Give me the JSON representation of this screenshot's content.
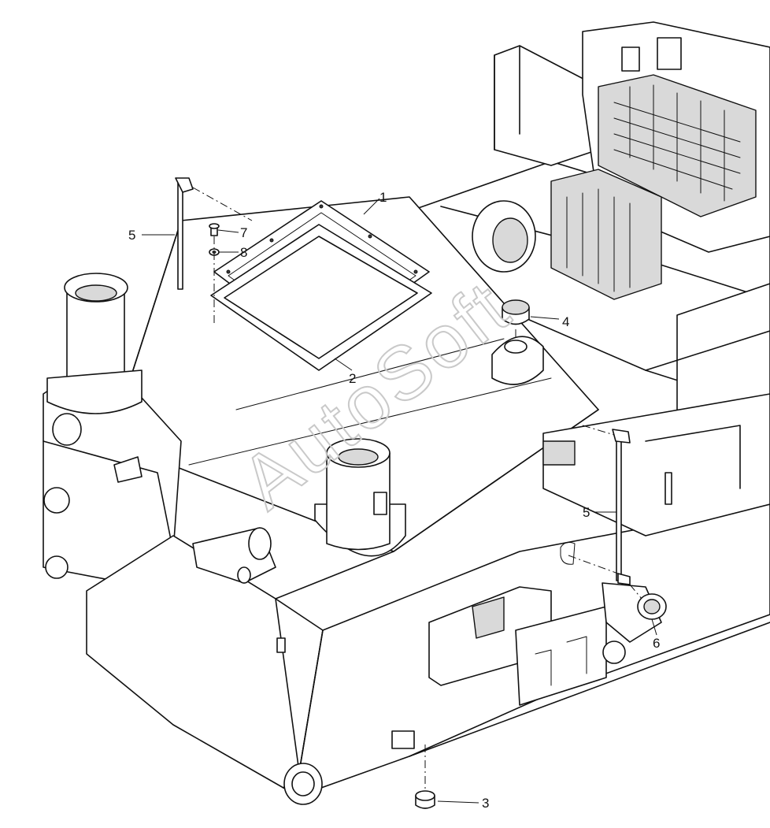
{
  "watermark": "AutoSoft",
  "callouts": [
    {
      "id": "1",
      "label": "1"
    },
    {
      "id": "2",
      "label": "2"
    },
    {
      "id": "3",
      "label": "3"
    },
    {
      "id": "4",
      "label": "4"
    },
    {
      "id": "5a",
      "label": "5"
    },
    {
      "id": "5b",
      "label": "5"
    },
    {
      "id": "6",
      "label": "6"
    },
    {
      "id": "7",
      "label": "7"
    },
    {
      "id": "8",
      "label": "8"
    }
  ]
}
